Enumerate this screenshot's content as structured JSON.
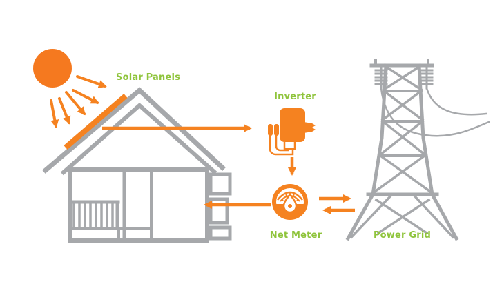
{
  "diagram": {
    "labels": {
      "solar_panels": "Solar Panels",
      "inverter": "Inverter",
      "net_meter": "Net Meter",
      "power_grid": "Power Grid"
    },
    "colors": {
      "orange": "#F58220",
      "label_green": "#8FC43C",
      "gray": "#A6A8AB",
      "background": "#FFFFFF"
    },
    "flows": [
      {
        "from": "sun",
        "to": "solar-panels",
        "direction": "one-way"
      },
      {
        "from": "solar-panels",
        "to": "inverter",
        "direction": "one-way"
      },
      {
        "from": "inverter",
        "to": "net-meter",
        "direction": "one-way"
      },
      {
        "from": "net-meter",
        "to": "house",
        "direction": "one-way"
      },
      {
        "from": "net-meter",
        "to": "power-grid",
        "direction": "two-way"
      }
    ]
  }
}
